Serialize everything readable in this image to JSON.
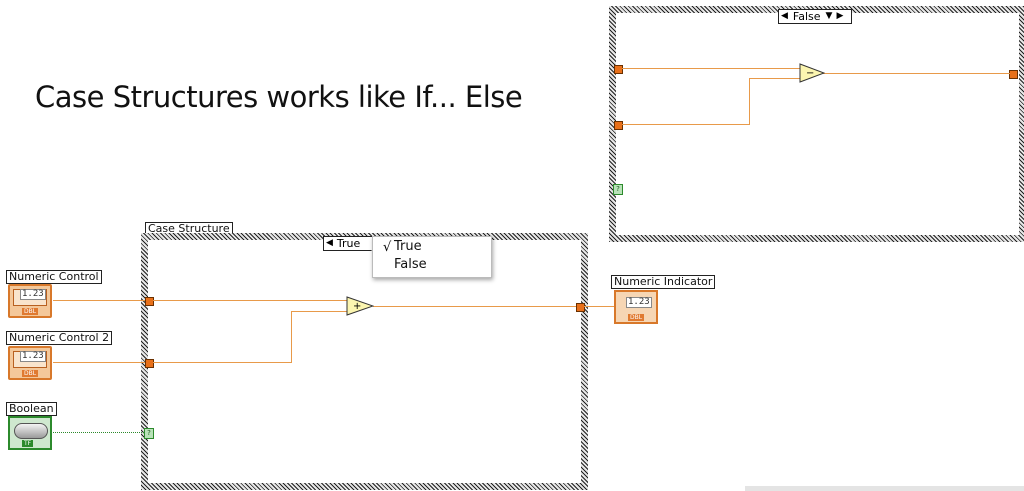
{
  "slide": {
    "title": "Case Structures works like If... Else"
  },
  "case_structure": {
    "label": "Case Structure",
    "selector_value": "True",
    "menu": {
      "items": [
        "True",
        "False"
      ],
      "checked": "True"
    }
  },
  "false_case": {
    "selector_value": "False"
  },
  "controls": {
    "numeric_control_1": {
      "label": "Numeric Control",
      "value": "1.23",
      "type": "DBL"
    },
    "numeric_control_2": {
      "label": "Numeric Control 2",
      "value": "1.23",
      "type": "DBL"
    },
    "boolean": {
      "label": "Boolean",
      "type": "TF"
    }
  },
  "indicators": {
    "numeric_indicator": {
      "label": "Numeric Indicator",
      "value": "1.23",
      "type": "DBL"
    }
  },
  "nodes": {
    "add": "+",
    "subtract": "−",
    "selector_terminal": "?"
  },
  "colors": {
    "numeric_wire": "#e89a4a",
    "boolean_wire": "#2c8a2c",
    "terminal": "#e8701a"
  }
}
